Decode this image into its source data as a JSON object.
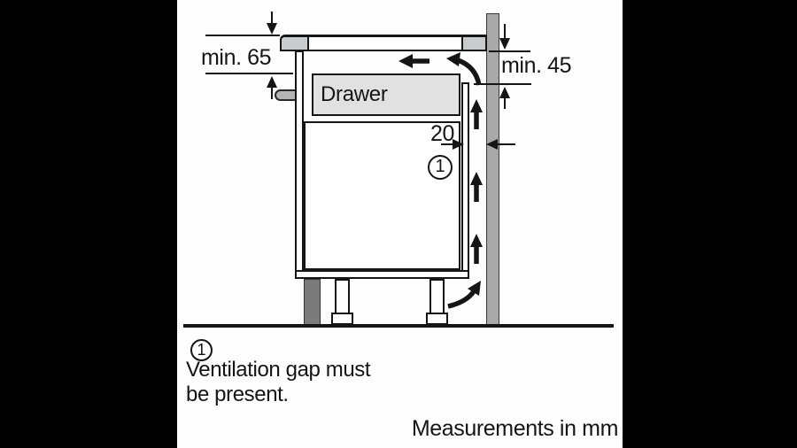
{
  "diagram": {
    "dim_top_left": "min. 65",
    "dim_top_right": "min. 45",
    "drawer_label": "Drawer",
    "gap_dimension": "20",
    "callout": "1"
  },
  "legend": {
    "callout": "1",
    "note_line1": "Ventilation gap must",
    "note_line2": "be present.",
    "units": "Measurements in mm"
  },
  "colors": {
    "line_black": "#151515",
    "wall_gray": "#a9a9a9",
    "worktop_gray": "#c9cccf",
    "drawer_gray": "#e1e1e1",
    "handle_gray": "#b4b4b4",
    "plinth_gray": "#7b7b7b",
    "canvas_white": "#fdfdfd",
    "letterbox_black": "#000000"
  }
}
